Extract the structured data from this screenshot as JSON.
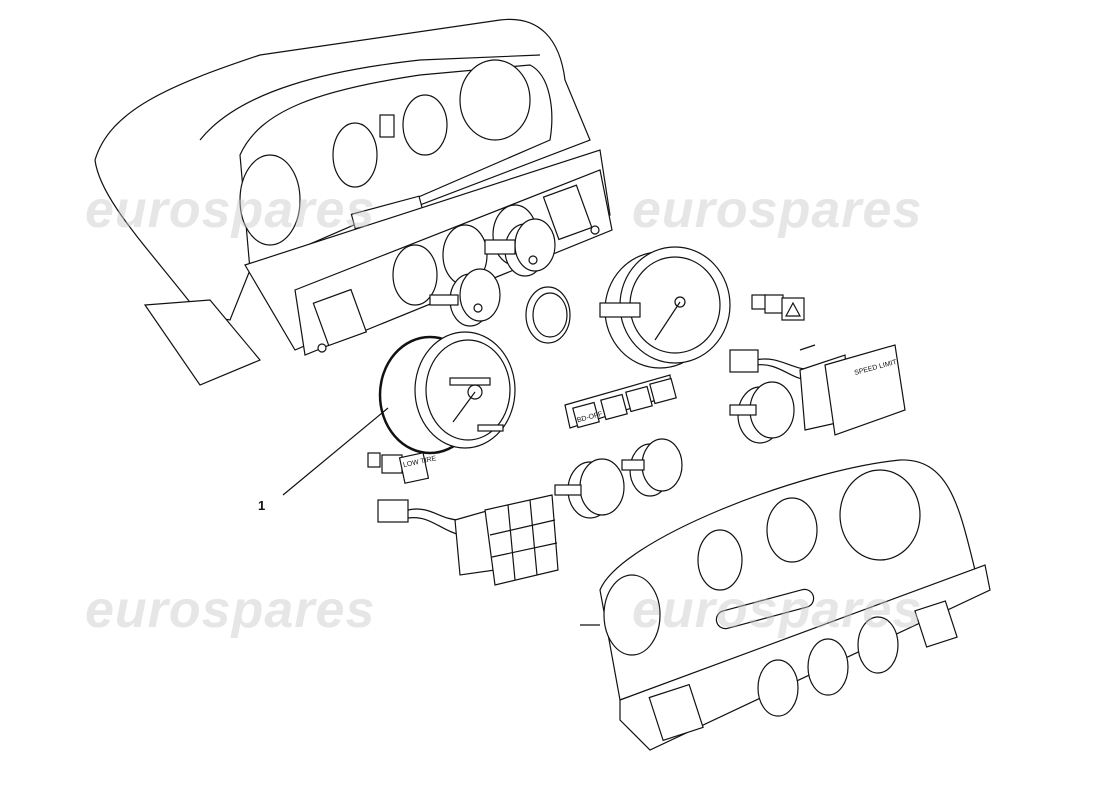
{
  "diagram": {
    "callouts": [
      {
        "label": "1"
      }
    ],
    "watermark": "eurospares",
    "switch_labels": {
      "low_tire": "LOW TIRE",
      "speed_limit": "SPEED LIMIT",
      "bd_off": "BD-OFF"
    },
    "colors": {
      "line": "#111111",
      "watermark": "#c8c8c8"
    }
  }
}
